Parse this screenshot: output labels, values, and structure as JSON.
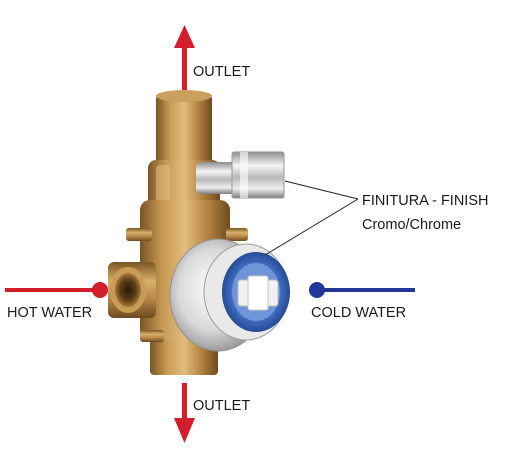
{
  "labels": {
    "outlet_top": "OUTLET",
    "outlet_bottom": "OUTLET",
    "hot_water": "HOT WATER",
    "cold_water": "COLD WATER",
    "finish_line1": "FINITURA - FINISH",
    "finish_line2": "Cromo/Chrome"
  },
  "colors": {
    "hot": "#d21f2b",
    "cold": "#23379a",
    "outlet_arrow": "#d21f2b",
    "brass": "#b88a45",
    "chrome": "#d8d8d8",
    "cartridge": "#3f6fc4"
  }
}
